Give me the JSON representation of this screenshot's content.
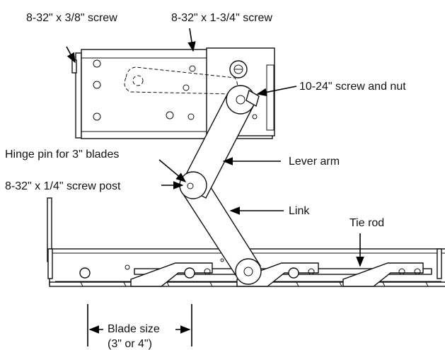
{
  "labels": {
    "screw_short": "8-32\" x 3/8\" screw",
    "screw_long": "8-32\" x 1-3/4\" screw",
    "screw_nut": "10-24\" screw and nut",
    "hinge_pin": "Hinge pin for 3\" blades",
    "lever_arm": "Lever arm",
    "screw_post": "8-32\" x 1/4\" screw post",
    "link": "Link",
    "tie_rod": "Tie rod",
    "blade_size_line1": "Blade size",
    "blade_size_line2": "(3\" or 4\")"
  },
  "colors": {
    "line": "#111111",
    "background": "#ffffff"
  }
}
